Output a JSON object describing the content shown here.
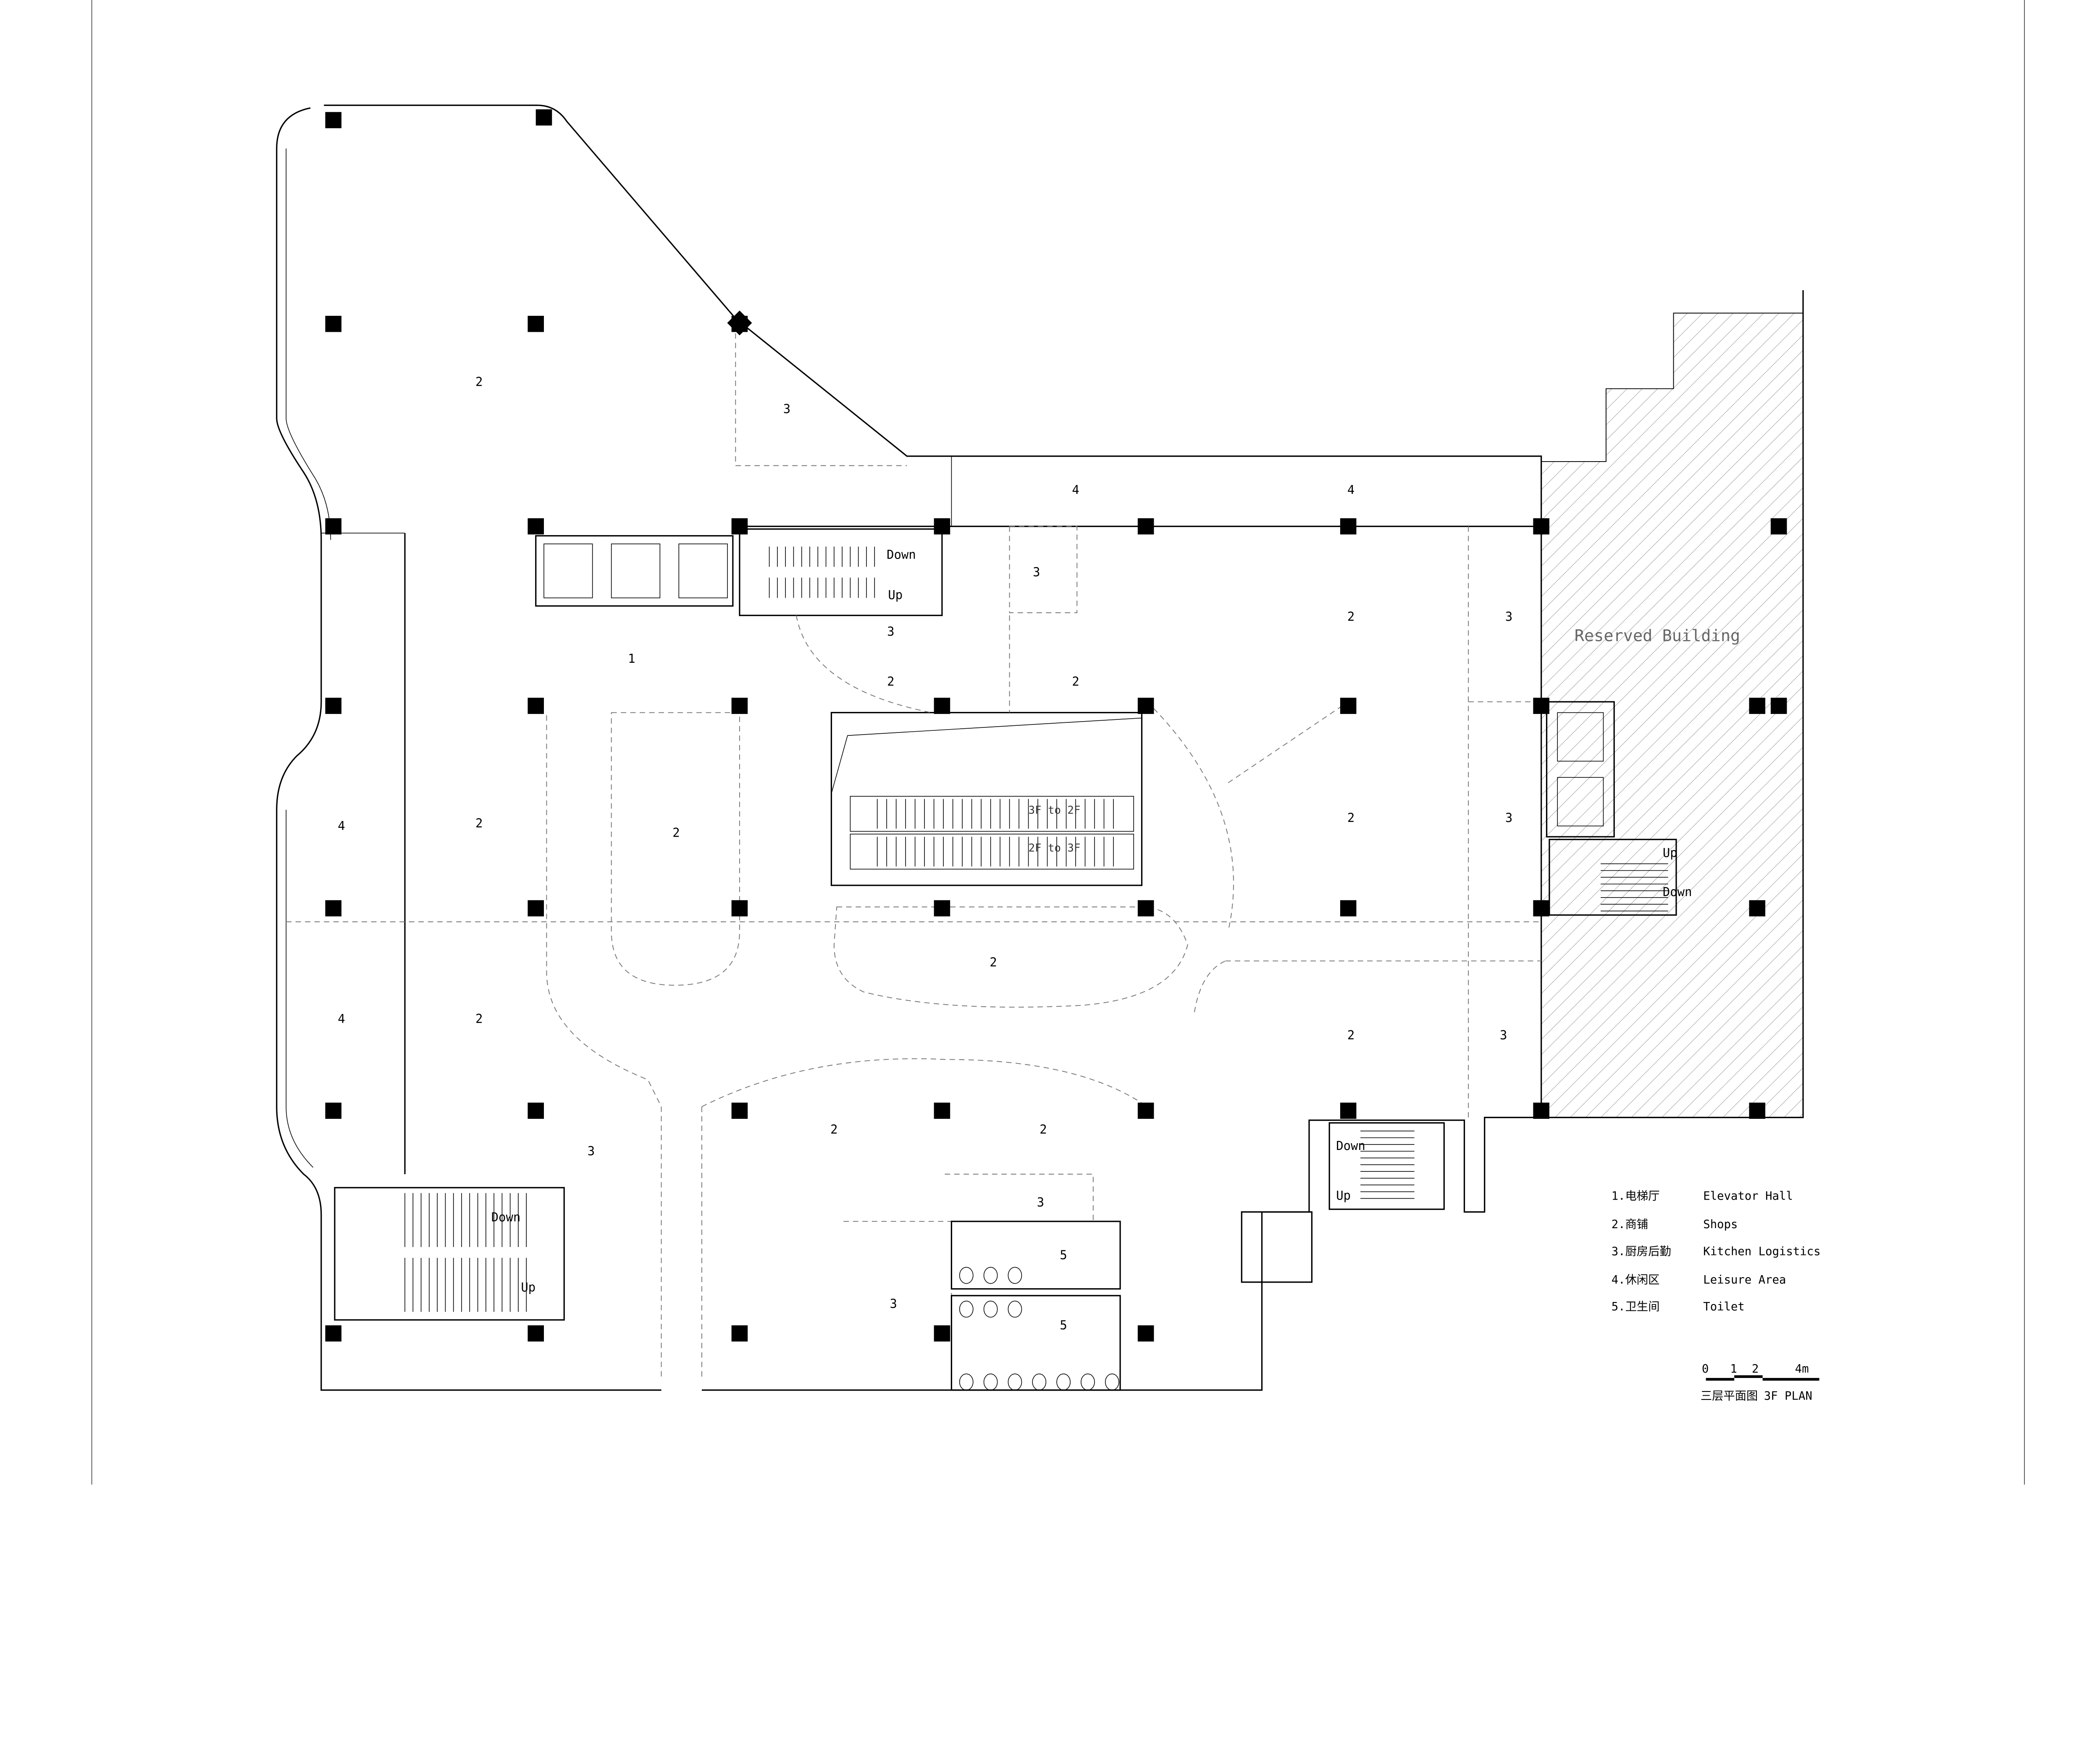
{
  "plan": {
    "title_cn": "三层平面图",
    "title_en": "3F PLAN",
    "reserved_building": "Reserved Building",
    "room_labels": [
      "2",
      "3",
      "4",
      "4",
      "3",
      "1",
      "3",
      "2",
      "2",
      "2",
      "3",
      "4",
      "2",
      "2",
      "2",
      "3",
      "2",
      "4",
      "2",
      "2",
      "3",
      "3",
      "2",
      "2",
      "3",
      "5",
      "3",
      "5"
    ],
    "stair_labels": {
      "down": "Down",
      "up": "Up"
    },
    "escalators": {
      "down": "3F to 2F",
      "up": "2F to 3F"
    },
    "colors": {
      "line": "#000000",
      "dashed": "#777777",
      "hatch": "#999999"
    }
  },
  "legend": [
    {
      "cn": "1.电梯厅",
      "en": "Elevator Hall"
    },
    {
      "cn": "2.商铺",
      "en": "Shops"
    },
    {
      "cn": "3.厨房后勤",
      "en": "Kitchen Logistics"
    },
    {
      "cn": "4.休闲区",
      "en": "Leisure Area"
    },
    {
      "cn": "5.卫生间",
      "en": "Toilet"
    }
  ],
  "scale_bar": {
    "ticks": [
      "0",
      "1",
      "2",
      "4m"
    ]
  }
}
